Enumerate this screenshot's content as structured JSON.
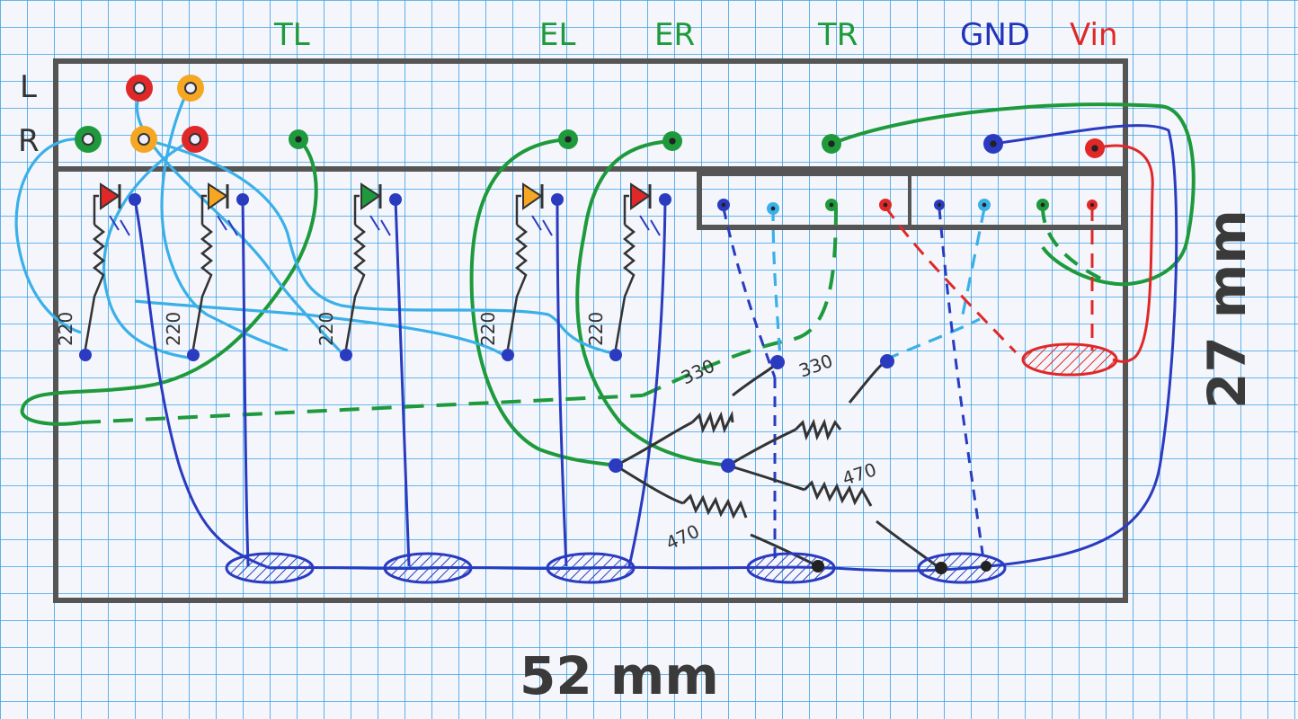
{
  "labels": {
    "top": [
      {
        "text": "TL",
        "color": "#1e9a3c"
      },
      {
        "text": "EL",
        "color": "#1e9a3c"
      },
      {
        "text": "ER",
        "color": "#1e9a3c"
      },
      {
        "text": "TR",
        "color": "#1e9a3c"
      },
      {
        "text": "GND",
        "color": "#2233bb"
      },
      {
        "text": "Vin",
        "color": "#e02828"
      }
    ],
    "row_left": {
      "top": "L",
      "bottom": "R"
    },
    "width_dim": "52 mm",
    "height_dim": "27 mm"
  },
  "resistors": {
    "led_series": [
      "220",
      "220",
      "220",
      "220",
      "220"
    ],
    "divider_top": [
      "330",
      "330"
    ],
    "divider_bottom": [
      "470",
      "470"
    ]
  },
  "colors": {
    "grid": "#3aa0e6",
    "outline": "#555555",
    "green_wire": "#1e9a3c",
    "blue_wire": "#2a3bc0",
    "light_blue_wire": "#3bb0e8",
    "red_wire": "#e02828",
    "orange_pad": "#f5a623",
    "ink": "#333333"
  },
  "icons": [
    "led-icon",
    "resistor-icon",
    "pad-icon",
    "ground-pad-icon"
  ]
}
